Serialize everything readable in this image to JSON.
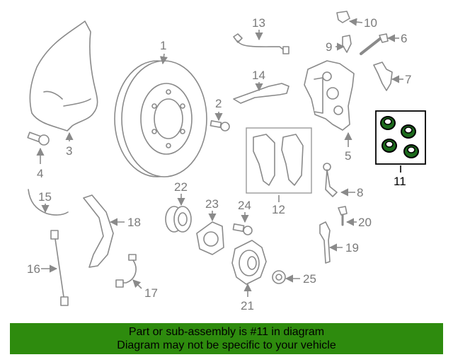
{
  "callouts": {
    "c1": "1",
    "c2": "2",
    "c3": "3",
    "c4": "4",
    "c5": "5",
    "c6": "6",
    "c7": "7",
    "c8": "8",
    "c9": "9",
    "c10": "10",
    "c11": "11",
    "c12": "12",
    "c13": "13",
    "c14": "14",
    "c15": "15",
    "c16": "16",
    "c17": "17",
    "c18": "18",
    "c19": "19",
    "c20": "20",
    "c21": "21",
    "c22": "22",
    "c23": "23",
    "c24": "24",
    "c25": "25"
  },
  "highlight": {
    "part": "11",
    "color": "#000000"
  },
  "banner": {
    "line1": "Part or sub-assembly is #11 in diagram",
    "line2": "Diagram may not be specific to your vehicle",
    "color": "#2e8b0e"
  }
}
